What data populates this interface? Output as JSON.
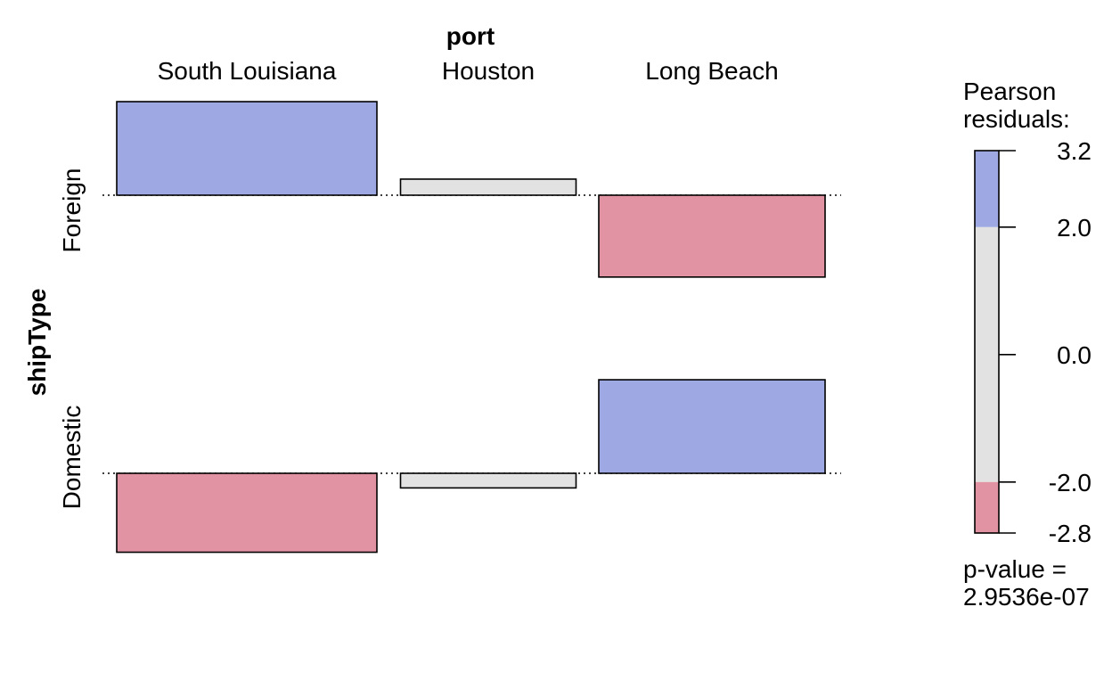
{
  "chart_data": {
    "type": "association_plot",
    "xlabel": "port",
    "ylabel": "shipType",
    "columns": [
      "South Louisiana",
      "Houston",
      "Long Beach"
    ],
    "rows": [
      "Foreign",
      "Domestic"
    ],
    "series": [
      {
        "name": "Foreign",
        "values": [
          3.2,
          0.55,
          -2.8
        ]
      },
      {
        "name": "Domestic",
        "values": [
          -2.7,
          -0.5,
          3.2
        ]
      }
    ],
    "legend": {
      "title_line1": "Pearson",
      "title_line2": "residuals:",
      "ticks": [
        "3.2",
        "2.0",
        "0.0",
        "-2.0",
        "-2.8"
      ],
      "tick_values": [
        3.2,
        2.0,
        0.0,
        -2.0,
        -2.8
      ],
      "range": [
        -2.8,
        3.2
      ],
      "bands": [
        {
          "from": 2.0,
          "to": 3.2,
          "color": "#9EA8E2"
        },
        {
          "from": -2.0,
          "to": 2.0,
          "color": "#E2E2E2"
        },
        {
          "from": -2.8,
          "to": -2.0,
          "color": "#E293A3"
        }
      ],
      "placement": "right"
    },
    "p_value_label": "p-value =",
    "p_value": "2.9536e-07",
    "colors": {
      "positive": "#9EA8E2",
      "neutral": "#E2E2E2",
      "negative": "#E293A3"
    },
    "thresholds": [
      2.0,
      -2.0
    ]
  }
}
